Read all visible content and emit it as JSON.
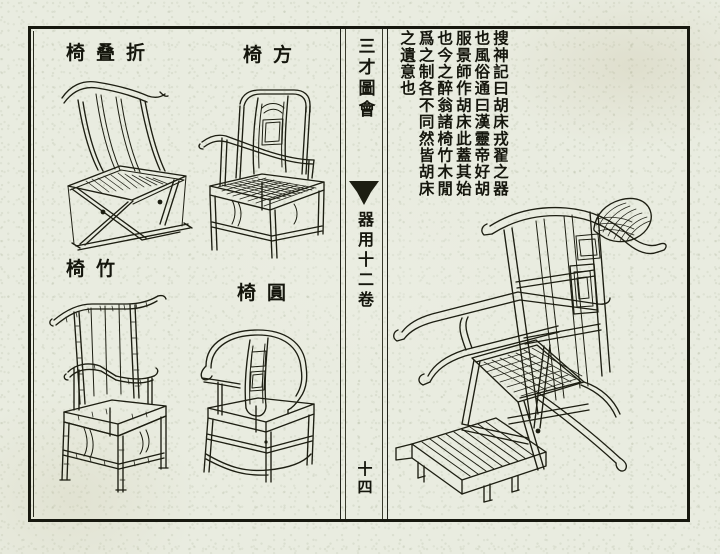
{
  "document": {
    "title_spine": "三才圖會",
    "section_spine": "器用十二卷",
    "folio_number": "十四",
    "fishtail_mark": "fishtail-icon"
  },
  "body_text": {
    "direction": "vertical-right-to-left",
    "columns": [
      "搜神記曰胡床戎翟之器",
      "也風俗通曰漢靈帝好胡",
      "服景師作胡床此蓋其始",
      "也今之醉翁諸椅竹木閒",
      "爲之制各不同然皆胡床",
      "之遺意也"
    ]
  },
  "figures": [
    {
      "id": "folding-chair",
      "caption": "椅叠折",
      "caption_reading": "折叠椅",
      "meaning": "folding chair"
    },
    {
      "id": "square-chair",
      "caption": "椅方",
      "caption_reading": "方椅",
      "meaning": "square chair"
    },
    {
      "id": "bamboo-chair",
      "caption": "椅竹",
      "caption_reading": "竹椅",
      "meaning": "bamboo chair"
    },
    {
      "id": "round-chair",
      "caption": "椅圓",
      "caption_reading": "圓椅",
      "meaning": "round-back chair"
    },
    {
      "id": "reclining-chair",
      "caption": "",
      "meaning": "reclining folding chair with footrest"
    }
  ],
  "colors": {
    "paper": "#e9ece0",
    "ink": "#15160d",
    "rule": "#17180f",
    "backdrop": "#ffffff"
  }
}
